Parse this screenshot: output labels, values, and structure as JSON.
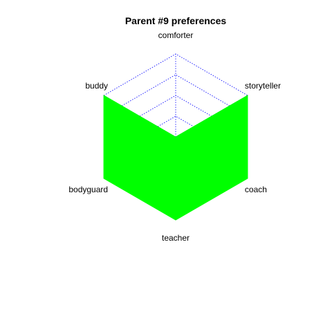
{
  "chart_data": {
    "type": "radar",
    "title": "Parent #9 preferences",
    "axes": [
      "comforter",
      "storyteller",
      "coach",
      "teacher",
      "bodyguard",
      "buddy"
    ],
    "series": [
      {
        "values": [
          0.0,
          1.0,
          1.0,
          1.0,
          1.0,
          1.0
        ],
        "color": "#00ff00"
      }
    ],
    "range": [
      0,
      1
    ],
    "grid_levels": 4,
    "grid_color": "#0000ff"
  }
}
